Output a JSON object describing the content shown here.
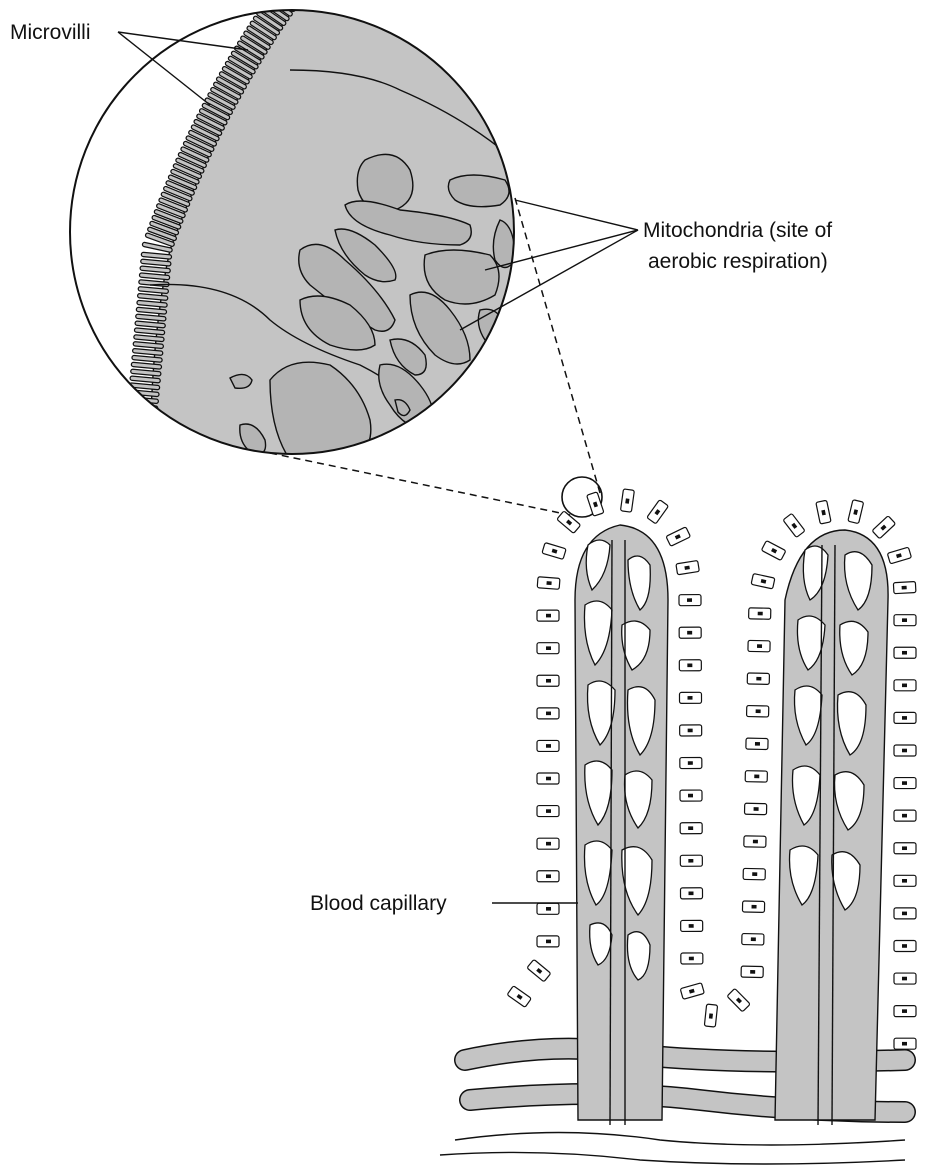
{
  "labels": {
    "microvilli": "Microvilli",
    "mitochondria_line1": "Mitochondria (site of",
    "mitochondria_line2": "aerobic respiration)",
    "blood_capillary": "Blood capillary"
  },
  "colors": {
    "tissue_fill": "#c4c4c4",
    "stroke": "#111111",
    "background": "#ffffff"
  }
}
